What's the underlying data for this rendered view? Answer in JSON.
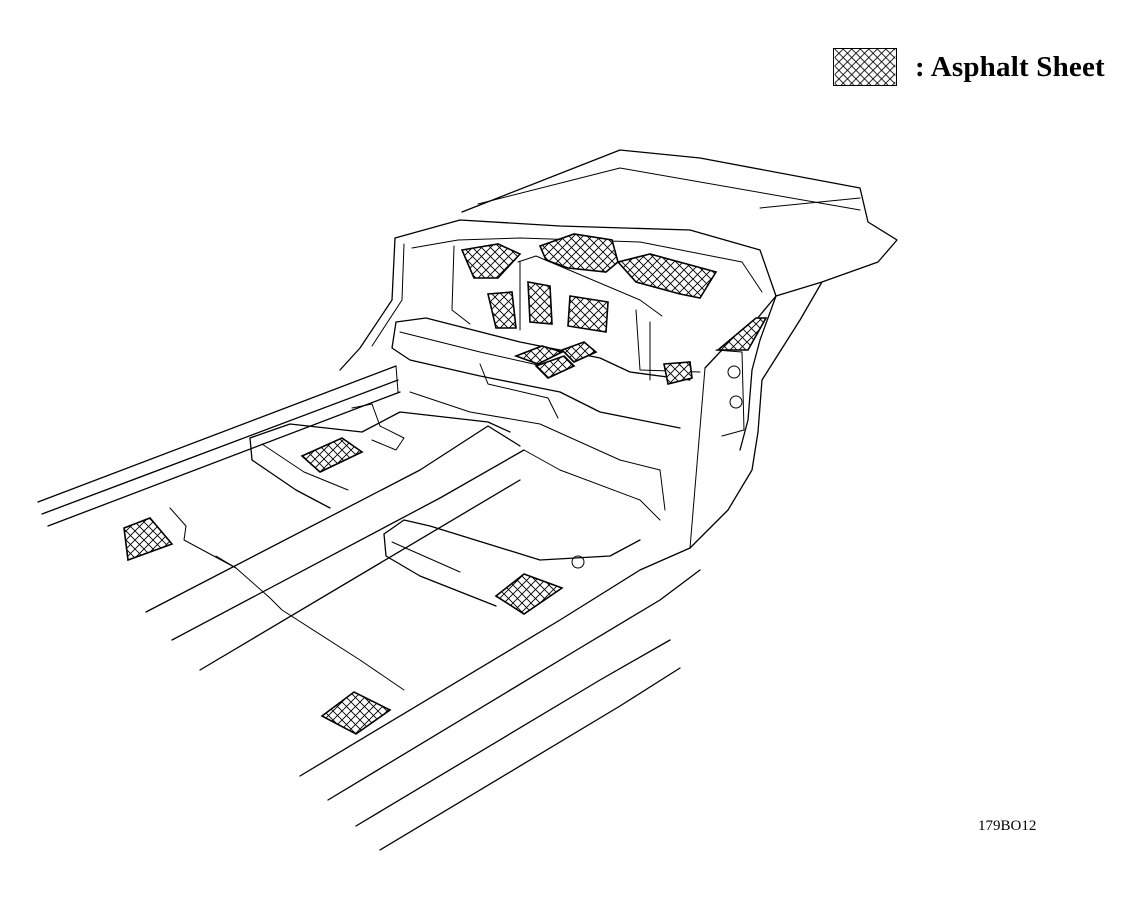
{
  "legend": {
    "label": ": Asphalt Sheet",
    "swatch_pattern": "crosshatch",
    "swatch_color": "#000000"
  },
  "figure_code": "179BO12",
  "asphalt_sheet_fill": "crosshatch"
}
